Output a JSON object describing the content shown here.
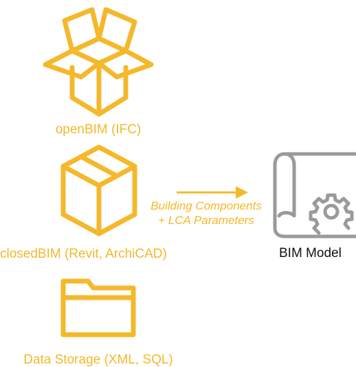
{
  "colors": {
    "accent": "#f4b82b",
    "gray": "#9a9a9a",
    "text_dark": "#111111"
  },
  "sources": [
    {
      "icon": "open-box-icon",
      "label": "openBIM (IFC)"
    },
    {
      "icon": "closed-box-icon",
      "label": "closedBIM (Revit, ArchiCAD)"
    },
    {
      "icon": "folder-icon",
      "label": "Data Storage (XML, SQL)"
    }
  ],
  "arrow": {
    "line1": "Building Components",
    "line2": "+ LCA Parameters"
  },
  "target": {
    "icon": "blueprint-gear-icon",
    "label": "BIM Model"
  }
}
